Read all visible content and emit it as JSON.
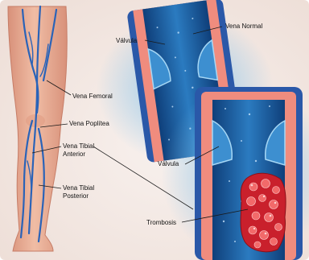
{
  "labels": {
    "valve_top": "Válvula",
    "normal_vein": "Vena Normal",
    "femoral": "Vena Femoral",
    "popliteal": "Vena Poplítea",
    "anterior_tibial": [
      "Vena Tibial",
      "Anterior"
    ],
    "posterior_tibial": [
      "Vena Tibial",
      "Posterior"
    ],
    "valve_bottom": "Válvula",
    "thrombosis": "Trombosis"
  },
  "colors": {
    "background": "#f3e9e4",
    "skin": "#e8ad92",
    "vein_blue": "#2a63b8",
    "vein_wall": "#f08c7e",
    "lumen": "#1e5f9e",
    "glow": "#9fd0ee",
    "clot": "#d8323a"
  }
}
